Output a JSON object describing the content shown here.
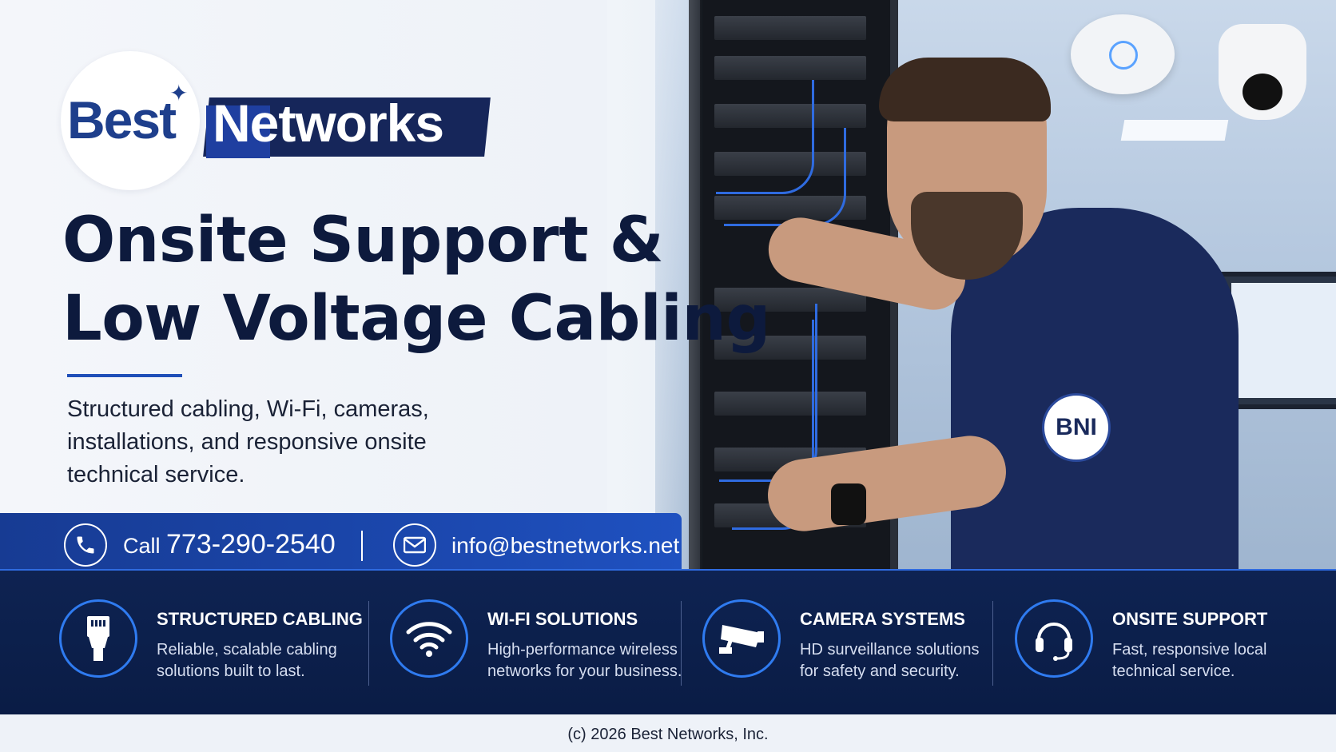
{
  "brand": {
    "logo_best": "Best",
    "logo_networks": "Networks",
    "sleeve_badge": "BNI"
  },
  "hero": {
    "headline_line1": "Onsite Support &",
    "headline_line2": "Low Voltage Cabling",
    "subline_1": "Structured cabling, Wi-Fi, cameras,",
    "subline_2": "installations, and responsive onsite",
    "subline_3": "technical service."
  },
  "contact": {
    "call_label": "Call",
    "phone": "773-290-2540",
    "email": "info@bestnetworks.net",
    "phone_icon": "phone-icon",
    "mail_icon": "mail-icon"
  },
  "services": [
    {
      "icon": "ethernet-plug-icon",
      "title": "STRUCTURED CABLING",
      "desc_1": "Reliable, scalable cabling",
      "desc_2": "solutions built to last."
    },
    {
      "icon": "wifi-icon",
      "title": "WI-FI SOLUTIONS",
      "desc_1": "High-performance wireless",
      "desc_2": "networks for your business."
    },
    {
      "icon": "security-camera-icon",
      "title": "CAMERA SYSTEMS",
      "desc_1": "HD surveillance solutions",
      "desc_2": "for safety and security."
    },
    {
      "icon": "headset-icon",
      "title": "ONSITE SUPPORT",
      "desc_1": "Fast, responsive local",
      "desc_2": "technical service."
    }
  ],
  "footer": {
    "copyright": "(c) 2026 Best Networks, Inc."
  },
  "colors": {
    "navy": "#0e2352",
    "brand_blue": "#1e3f8c",
    "accent_blue": "#2f7bf0",
    "headline": "#0d1a3d"
  }
}
